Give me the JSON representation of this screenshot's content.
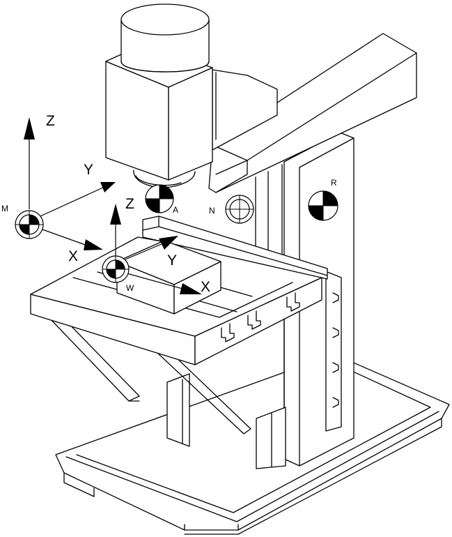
{
  "labels": {
    "z_m": "Z",
    "y_m": "Y",
    "x_m": "X",
    "m": "M",
    "z_w": "Z",
    "y_w": "Y",
    "x_w": "X",
    "w": "W",
    "a": "A",
    "n": "N",
    "r": "R"
  },
  "colors": {
    "line": "#000000",
    "background": "#ffffff"
  }
}
